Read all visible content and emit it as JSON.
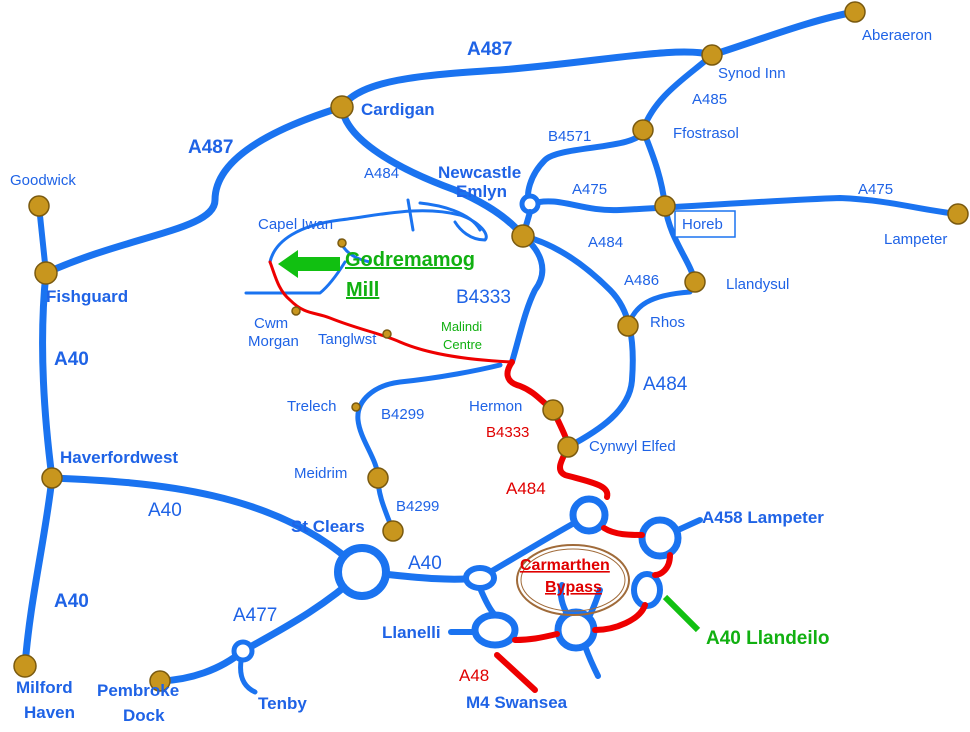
{
  "roads": {
    "a487_n": "A487",
    "a487_w": "A487",
    "a485": "A485",
    "b4571": "B4571",
    "a484_nw": "A484",
    "a475_w": "A475",
    "a475_e": "A475",
    "a484_ne": "A484",
    "a486": "A486",
    "b4333_blue": "B4333",
    "a484_e": "A484",
    "b4299_n": "B4299",
    "b4333_red": "B4333",
    "a484_red": "A484",
    "a40_w": "A40",
    "a40_sw": "A40",
    "a40_mid": "A40",
    "a40_cen": "A40",
    "a477": "A477",
    "b4299_s": "B4299",
    "a48": "A48"
  },
  "places": {
    "aberaeron": "Aberaeron",
    "synod_inn": "Synod Inn",
    "ffostrasol": "Ffostrasol",
    "cardigan": "Cardigan",
    "goodwick": "Goodwick",
    "fishguard": "Fishguard",
    "newcastle_1": "Newcastle",
    "newcastle_2": "Emlyn",
    "horeb": "Horeb",
    "lampeter": "Lampeter",
    "llandysul": "Llandysul",
    "rhos": "Rhos",
    "capel_iwan": "Capel Iwan",
    "cwm_1": "Cwm",
    "cwm_2": "Morgan",
    "tanglwst": "Tanglwst",
    "malindi_1": "Malindi",
    "malindi_2": "Centre",
    "trelech": "Trelech",
    "hermon": "Hermon",
    "cynwyl": "Cynwyl Elfed",
    "meidrim": "Meidrim",
    "haverfordwest": "Haverfordwest",
    "st_clears": "St Clears",
    "a458": "A458 Lampeter",
    "bypass_1": "Carmarthen",
    "bypass_2": "Bypass",
    "a40_llandeilo": "A40 Llandeilo",
    "llanelli": "Llanelli",
    "m4": "M4 Swansea",
    "milford_1": "Milford",
    "milford_2": "Haven",
    "pembroke_1": "Pembroke",
    "pembroke_2": "Dock",
    "tenby": "Tenby",
    "godre_1": "Godremamog",
    "godre_2": "Mill"
  },
  "colors": {
    "road": "#1a73f0",
    "route": "#ee0000",
    "destination": "#11b011",
    "town": "#c8961e"
  }
}
